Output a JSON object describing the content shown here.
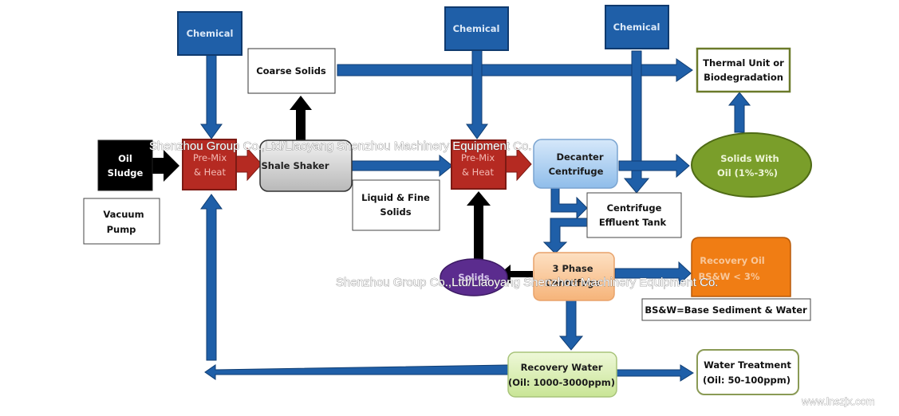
{
  "diagram": {
    "title": "Oil Sludge Treatment Process Flow",
    "colors": {
      "arrow_blue": "#1f5fa8",
      "arrow_blue_edge": "#103e73",
      "chemical_box": "#1f5fa8",
      "premix_red": "#b52a22",
      "solids_purple": "#5b2c8e",
      "solids_oil_green": "#7a9e2a",
      "recovery_oil_orange": "#f07d14",
      "three_phase_peach": "#f9c89b",
      "decanter_lightblue": "#a9cdf0",
      "recovery_water_green": "#dcefb5",
      "shaker_gray": "#c9c9c9",
      "black_arrow": "#000000"
    },
    "nodes": {
      "chemical_1": "Chemical",
      "chemical_2": "Chemical",
      "chemical_3": "Chemical",
      "coarse_solids": "Coarse Solids",
      "thermal_unit_line1": "Thermal Unit or",
      "thermal_unit_line2": "Biodegradation",
      "oil_sludge_line1": "Oil",
      "oil_sludge_line2": "Sludge",
      "vacuum_pump_line1": "Vacuum",
      "vacuum_pump_line2": "Pump",
      "premix_1_line1": "Pre-Mix",
      "premix_1_line2": "& Heat",
      "shale_shaker": "Shale Shaker",
      "liquid_fine_line1": "Liquid & Fine",
      "liquid_fine_line2": "Solids",
      "premix_2_line1": "Pre-Mix",
      "premix_2_line2": "& Heat",
      "decanter_line1": "Decanter",
      "decanter_line2": "Centrifuge",
      "solids_with_oil_line1": "Solids With",
      "solids_with_oil_line2": "Oil (1%-3%)",
      "effluent_tank_line1": "Centrifuge",
      "effluent_tank_line2": "Effluent Tank",
      "solids": "Solids",
      "three_phase_line1": "3 Phase",
      "three_phase_line2": "Centrifuge",
      "recovery_oil_line1": "Recovery Oil",
      "recovery_oil_line2": "BS&W < 3%",
      "bsw_legend": "BS&W=Base Sediment & Water",
      "recovery_water_line1": "Recovery Water",
      "recovery_water_line2": "(Oil: 1000-3000ppm)",
      "water_treatment_line1": "Water Treatment",
      "water_treatment_line2": "(Oil: 50-100ppm)"
    },
    "watermarks": {
      "top": "Shenzhou Group Co.,Ltd/Liaoyang Shenzhou Machinery Equipment Co.",
      "middle": "Shenzhou Group Co.,Ltd/Liaoyang Shenzhou Machinery Equipment Co.",
      "website": "www.lnszjx.com"
    }
  }
}
